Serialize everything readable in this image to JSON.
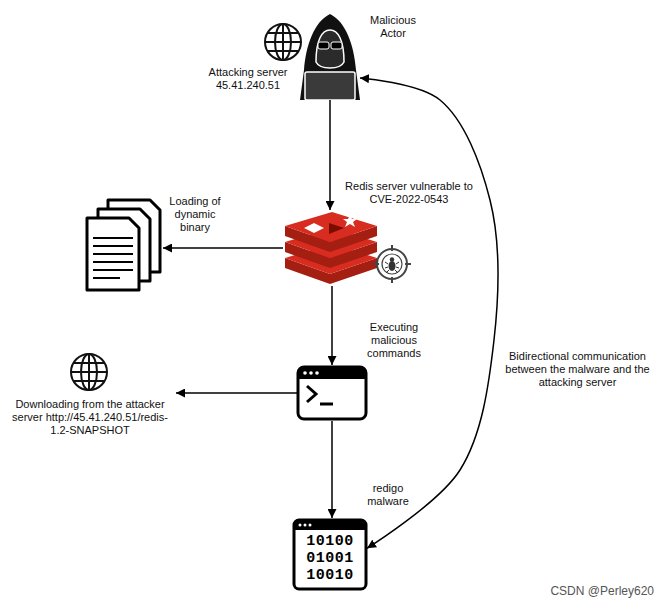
{
  "diagram": {
    "nodes": [
      {
        "text": [
          "Attacking server 45.41.240.51"
        ]
      },
      {
        "text": [
          "Malicious Actor"
        ]
      },
      {
        "text": [
          "Redis server vulnerable to CVE-2022-0543"
        ]
      },
      {
        "text": [
          "Loading of dynamic binary"
        ]
      },
      {
        "text": [
          "Executing malicious commands"
        ]
      },
      {
        "text": [
          "Downloading from the attacker server http://45.41.240.51/redis-1.2-SNAPSHOT"
        ]
      },
      {
        "text": [
          "redigo malware"
        ]
      }
    ],
    "edges": [
      {
        "from": 1,
        "to": 2,
        "arrow": "to"
      },
      {
        "from": 2,
        "to": 3,
        "arrow": "to"
      },
      {
        "from": 2,
        "to": 4,
        "arrow": "to"
      },
      {
        "from": 4,
        "to": 5,
        "arrow": "to"
      },
      {
        "from": 4,
        "to": 6,
        "arrow": "to"
      },
      {
        "from": 6,
        "to": 1,
        "arrow": "both",
        "label": "Bidirectional communication between the malware and the attacking server"
      }
    ],
    "labels": [
      "10100",
      "01001",
      "10010",
      "CSDN @Perley620"
    ]
  }
}
